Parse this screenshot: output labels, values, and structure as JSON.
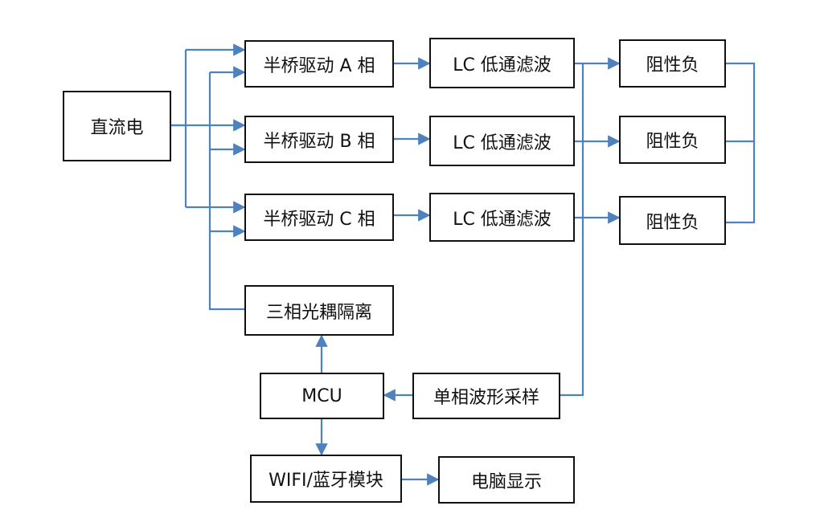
{
  "colors": {
    "wire": "#4f81bd",
    "box_border": "#111111",
    "text": "#111111"
  },
  "blocks": {
    "dc": "直流电",
    "halfbridge_a": "半桥驱动 A 相",
    "halfbridge_b": "半桥驱动 B 相",
    "halfbridge_c": "半桥驱动 C 相",
    "lc_a": "LC 低通滤波",
    "lc_b": "LC 低通滤波",
    "lc_c": "LC 低通滤波",
    "load_a": "阻性负",
    "load_b": "阻性负",
    "load_c": "阻性负",
    "optocoupler": "三相光耦隔离",
    "mcu": "MCU",
    "sampling": "单相波形采样",
    "wifi": "WIFI/蓝牙模块",
    "pc": "电脑显示"
  }
}
